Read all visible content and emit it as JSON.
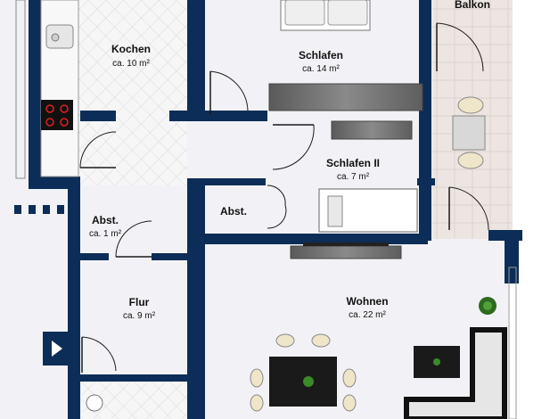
{
  "rooms": {
    "kochen": {
      "name": "Kochen",
      "size": "ca. 10 m²"
    },
    "schlafen": {
      "name": "Schlafen",
      "size": "ca. 14 m²"
    },
    "balkon": {
      "name": "Balkon"
    },
    "schlafen_ii": {
      "name": "Schlafen II",
      "size": "ca. 7 m²"
    },
    "abst_1": {
      "name": "Abst.",
      "size": "ca. 1 m²"
    },
    "abst_2": {
      "name": "Abst."
    },
    "flur": {
      "name": "Flur",
      "size": "ca. 9 m²"
    },
    "wohnen": {
      "name": "Wohnen",
      "size": "ca. 22 m²"
    }
  },
  "colors": {
    "wall": "#0c2d57",
    "floor": "#f2f2f6",
    "tile": "#f4f4f4",
    "balcony": "#ece6e2"
  }
}
